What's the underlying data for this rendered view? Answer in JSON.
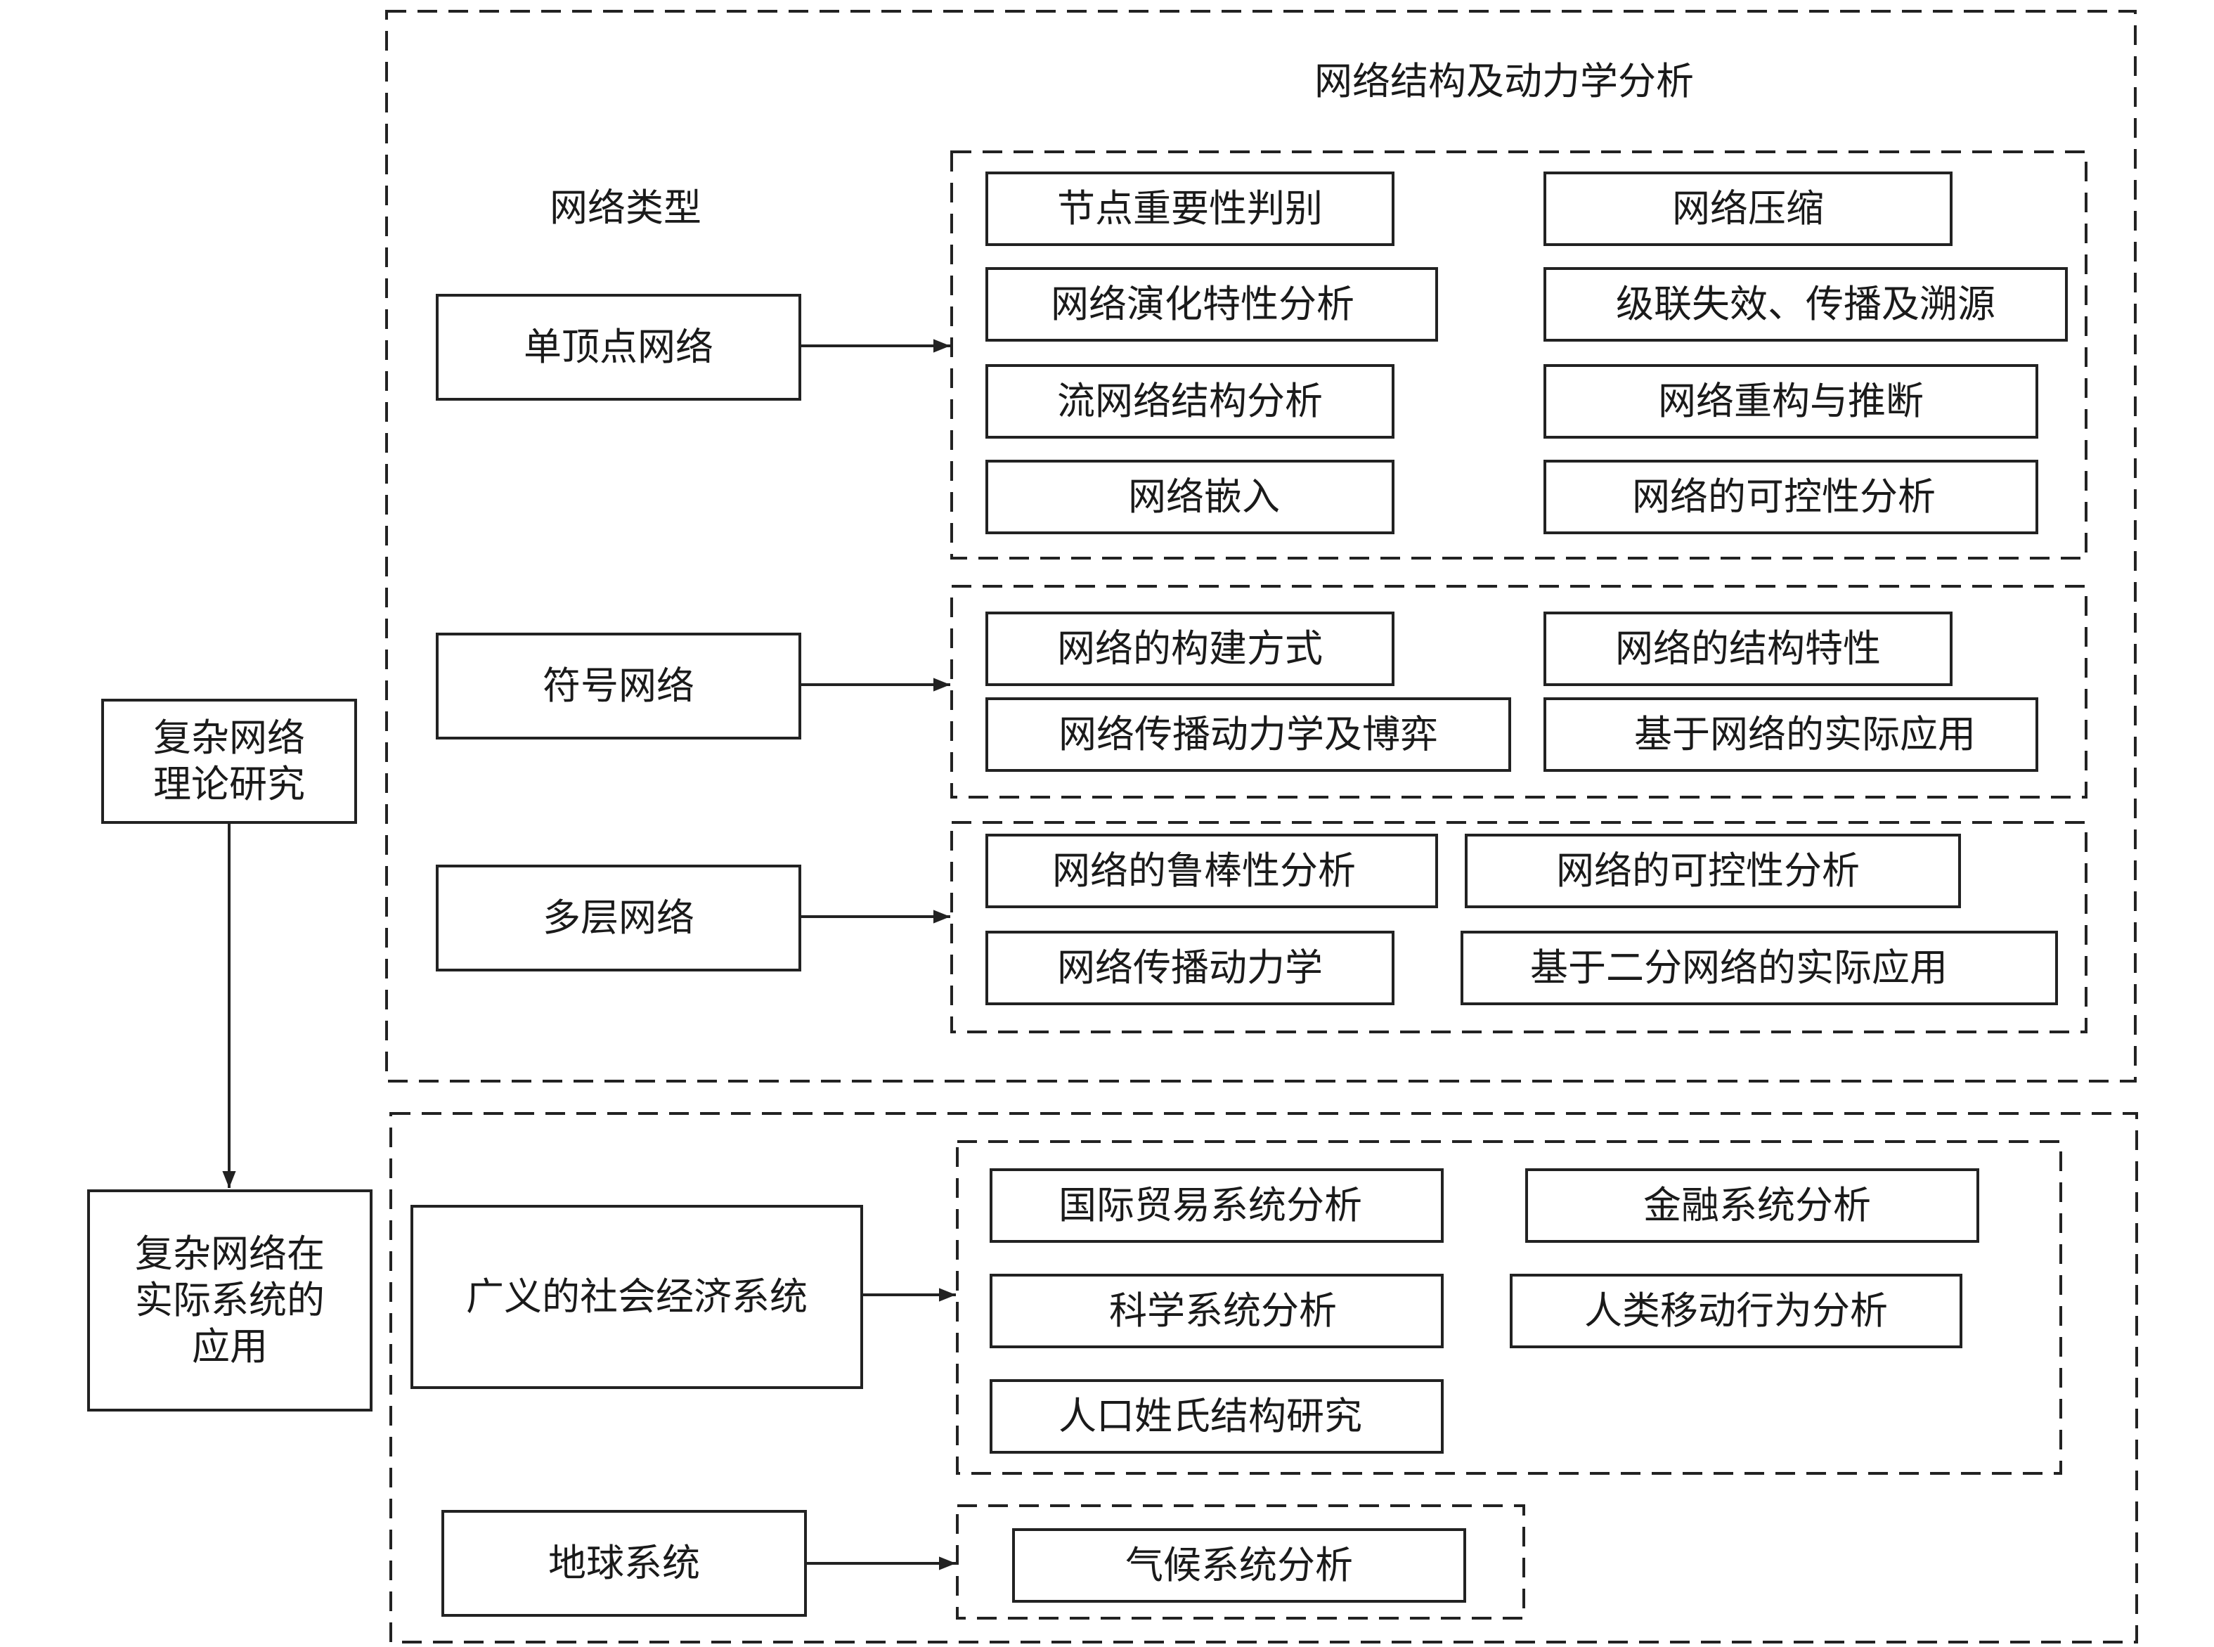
{
  "colors": {
    "line": "#222222",
    "text": "#1a1a1a",
    "background": "#ffffff"
  },
  "left_column": {
    "theory_box": {
      "line1": "复杂网络",
      "line2": "理论研究"
    },
    "application_box": {
      "line1": "复杂网络在",
      "line2": "实际系统的",
      "line3": "应用"
    }
  },
  "theory_section": {
    "title": "网络结构及动力学分析",
    "types_heading": "网络类型",
    "single_vertex": {
      "label": "单顶点网络",
      "items": [
        "节点重要性判别",
        "网络压缩",
        "网络演化特性分析",
        "级联失效、传播及溯源",
        "流网络结构分析",
        "网络重构与推断",
        "网络嵌入",
        "网络的可控性分析"
      ]
    },
    "signed": {
      "label": "符号网络",
      "items": [
        "网络的构建方式",
        "网络的结构特性",
        "网络传播动力学及博弈",
        "基于网络的实际应用"
      ]
    },
    "multilayer": {
      "label": "多层网络",
      "items": [
        "网络的鲁棒性分析",
        "网络的可控性分析",
        "网络传播动力学",
        "基于二分网络的实际应用"
      ]
    }
  },
  "application_section": {
    "socio_economic": {
      "label": "广义的社会经济系统",
      "items": [
        "国际贸易系统分析",
        "金融系统分析",
        "科学系统分析",
        "人类移动行为分析",
        "人口姓氏结构研究"
      ]
    },
    "earth": {
      "label": "地球系统",
      "items": [
        "气候系统分析"
      ]
    }
  }
}
